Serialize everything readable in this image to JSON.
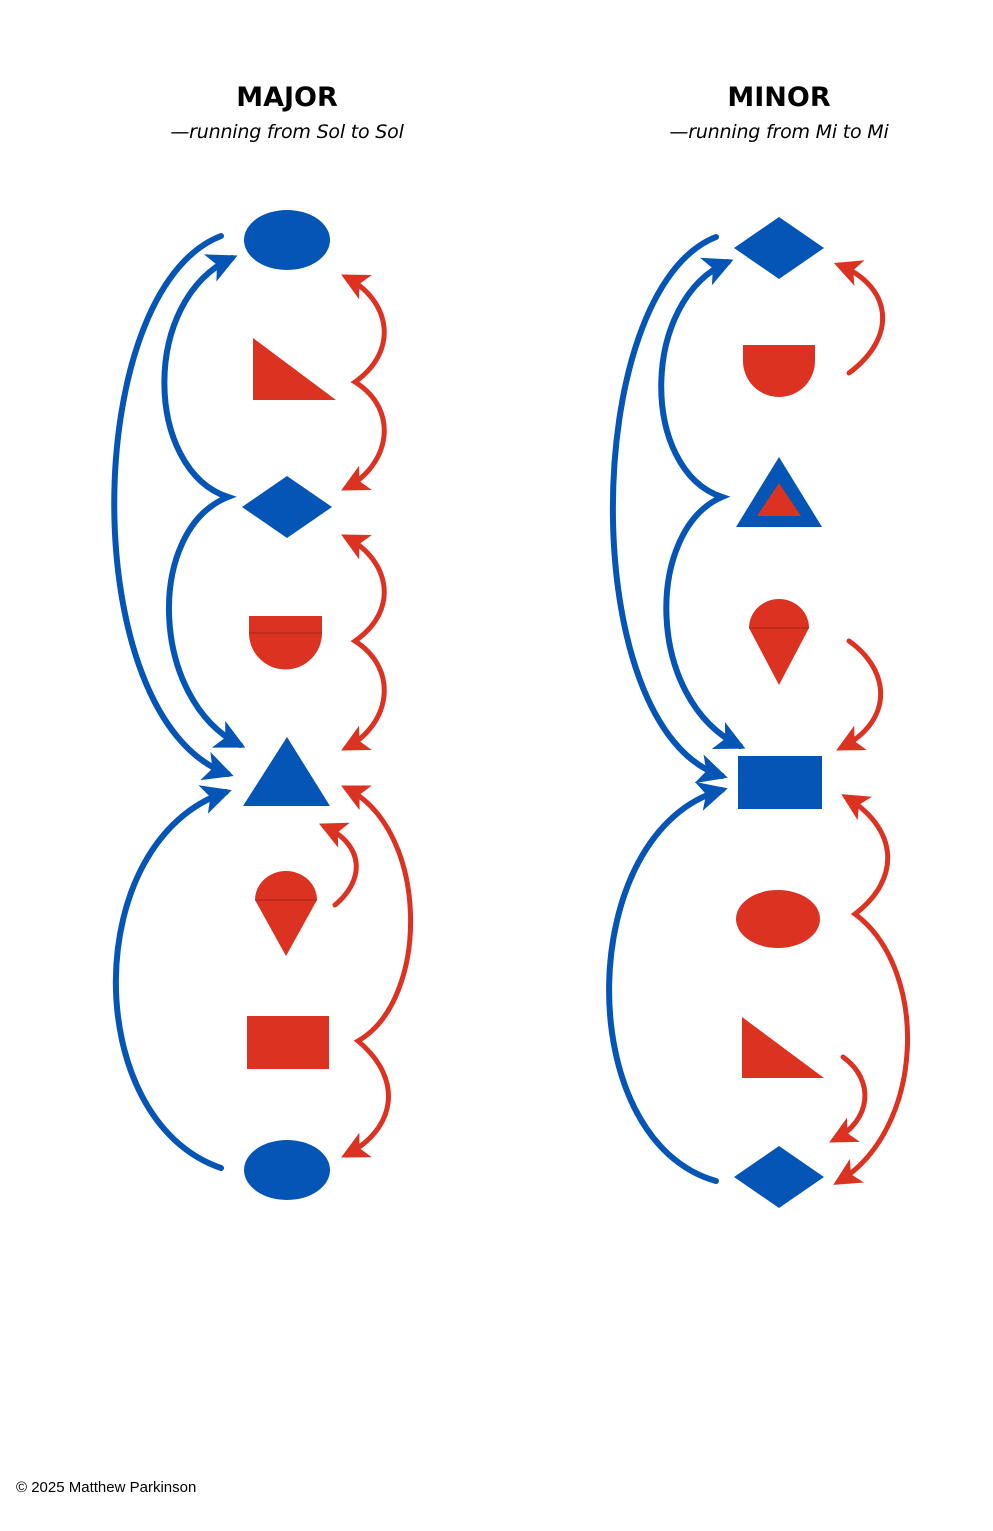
{
  "colors": {
    "blue": "#0455b5",
    "red": "#db3222"
  },
  "major": {
    "title": "MAJOR",
    "subtitle": "—running from Sol to Sol",
    "shapes": [
      "blue-ellipse-icon",
      "red-right-triangle-icon",
      "blue-diamond-icon",
      "red-half-circle-icon",
      "blue-triangle-icon",
      "red-drop-icon",
      "red-rectangle-icon",
      "blue-ellipse-icon"
    ]
  },
  "minor": {
    "title": "MINOR",
    "subtitle": "—running from Mi to Mi",
    "shapes": [
      "blue-diamond-icon",
      "red-half-circle-icon",
      "blue-outlined-triangle-icon",
      "red-drop-icon",
      "blue-rectangle-icon",
      "red-ellipse-icon",
      "red-right-triangle-icon",
      "blue-diamond-icon"
    ]
  },
  "footer": {
    "copyright": "© 2025 Matthew Parkinson"
  }
}
